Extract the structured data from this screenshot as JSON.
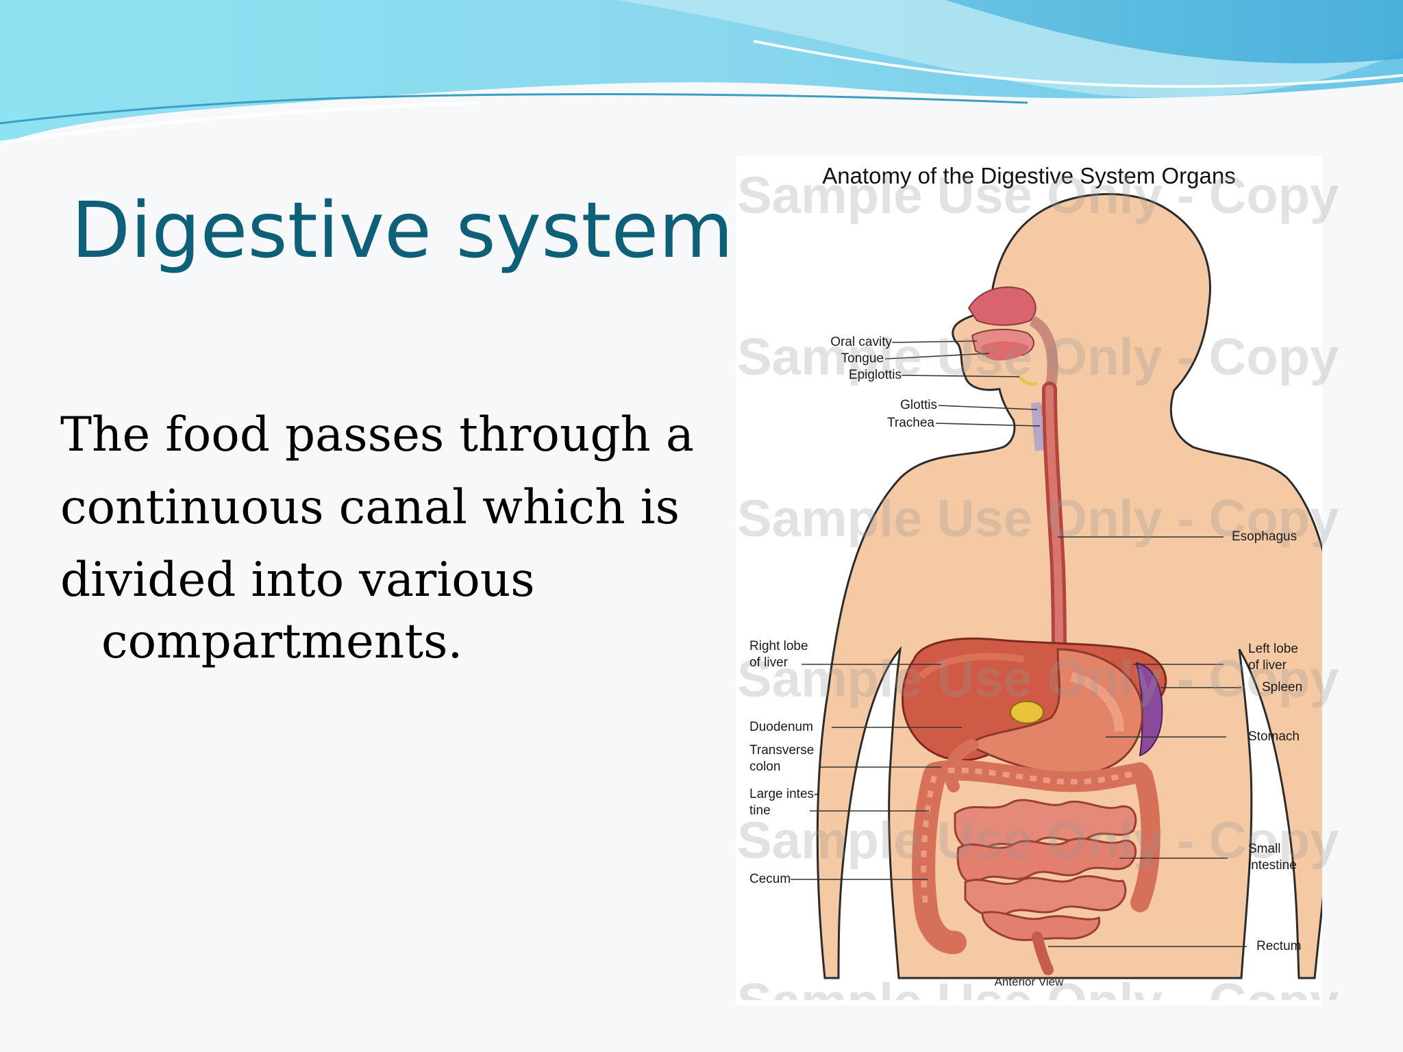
{
  "slide": {
    "title": "Digestive system",
    "body_lines": [
      "The food passes through a",
      "continuous canal which is",
      "divided into various",
      "compartments."
    ]
  },
  "figure": {
    "title": "Anatomy of the Digestive System Organs",
    "watermark": "Sample Use Only - Copy",
    "caption": "Anterior View",
    "labels": {
      "oral_cavity": "Oral cavity",
      "tongue": "Tongue",
      "epiglottis": "Epiglottis",
      "glottis": "Glottis",
      "trachea": "Trachea",
      "esophagus": "Esophagus",
      "right_lobe_of_liver": "Right lobe\nof liver",
      "left_lobe_of_liver": "Left lobe\nof liver",
      "spleen": "Spleen",
      "duodenum": "Duodenum",
      "stomach": "Stomach",
      "transverse_colon": "Transverse\ncolon",
      "large_intestine": "Large intes-\ntine",
      "small_intestine": "Small\nintestine",
      "cecum": "Cecum",
      "rectum": "Rectum"
    }
  },
  "colors": {
    "title": "#0e5f78",
    "skin": "#f5c9a4",
    "organ": "#d6705a",
    "wave_light": "#9fe3f0",
    "wave_dark": "#4fb3d9"
  }
}
